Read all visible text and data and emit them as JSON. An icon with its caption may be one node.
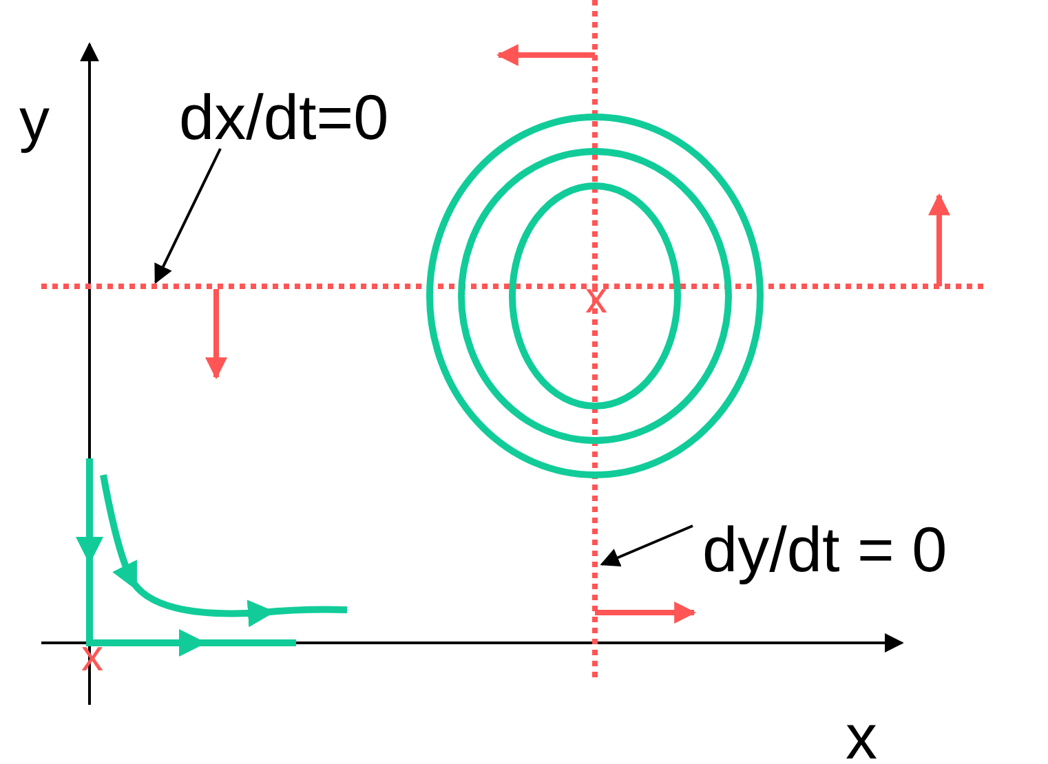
{
  "diagram": {
    "nodes": [
      {
        "text": [
          "dx/dt=0"
        ]
      },
      {
        "text": [
          "dy/dt = 0"
        ]
      }
    ],
    "edges": [
      {
        "from": 0,
        "to": null,
        "arrow": "to"
      },
      {
        "from": 1,
        "to": null,
        "arrow": "to"
      }
    ],
    "labels": [
      "y",
      "x",
      "x",
      "x"
    ]
  }
}
